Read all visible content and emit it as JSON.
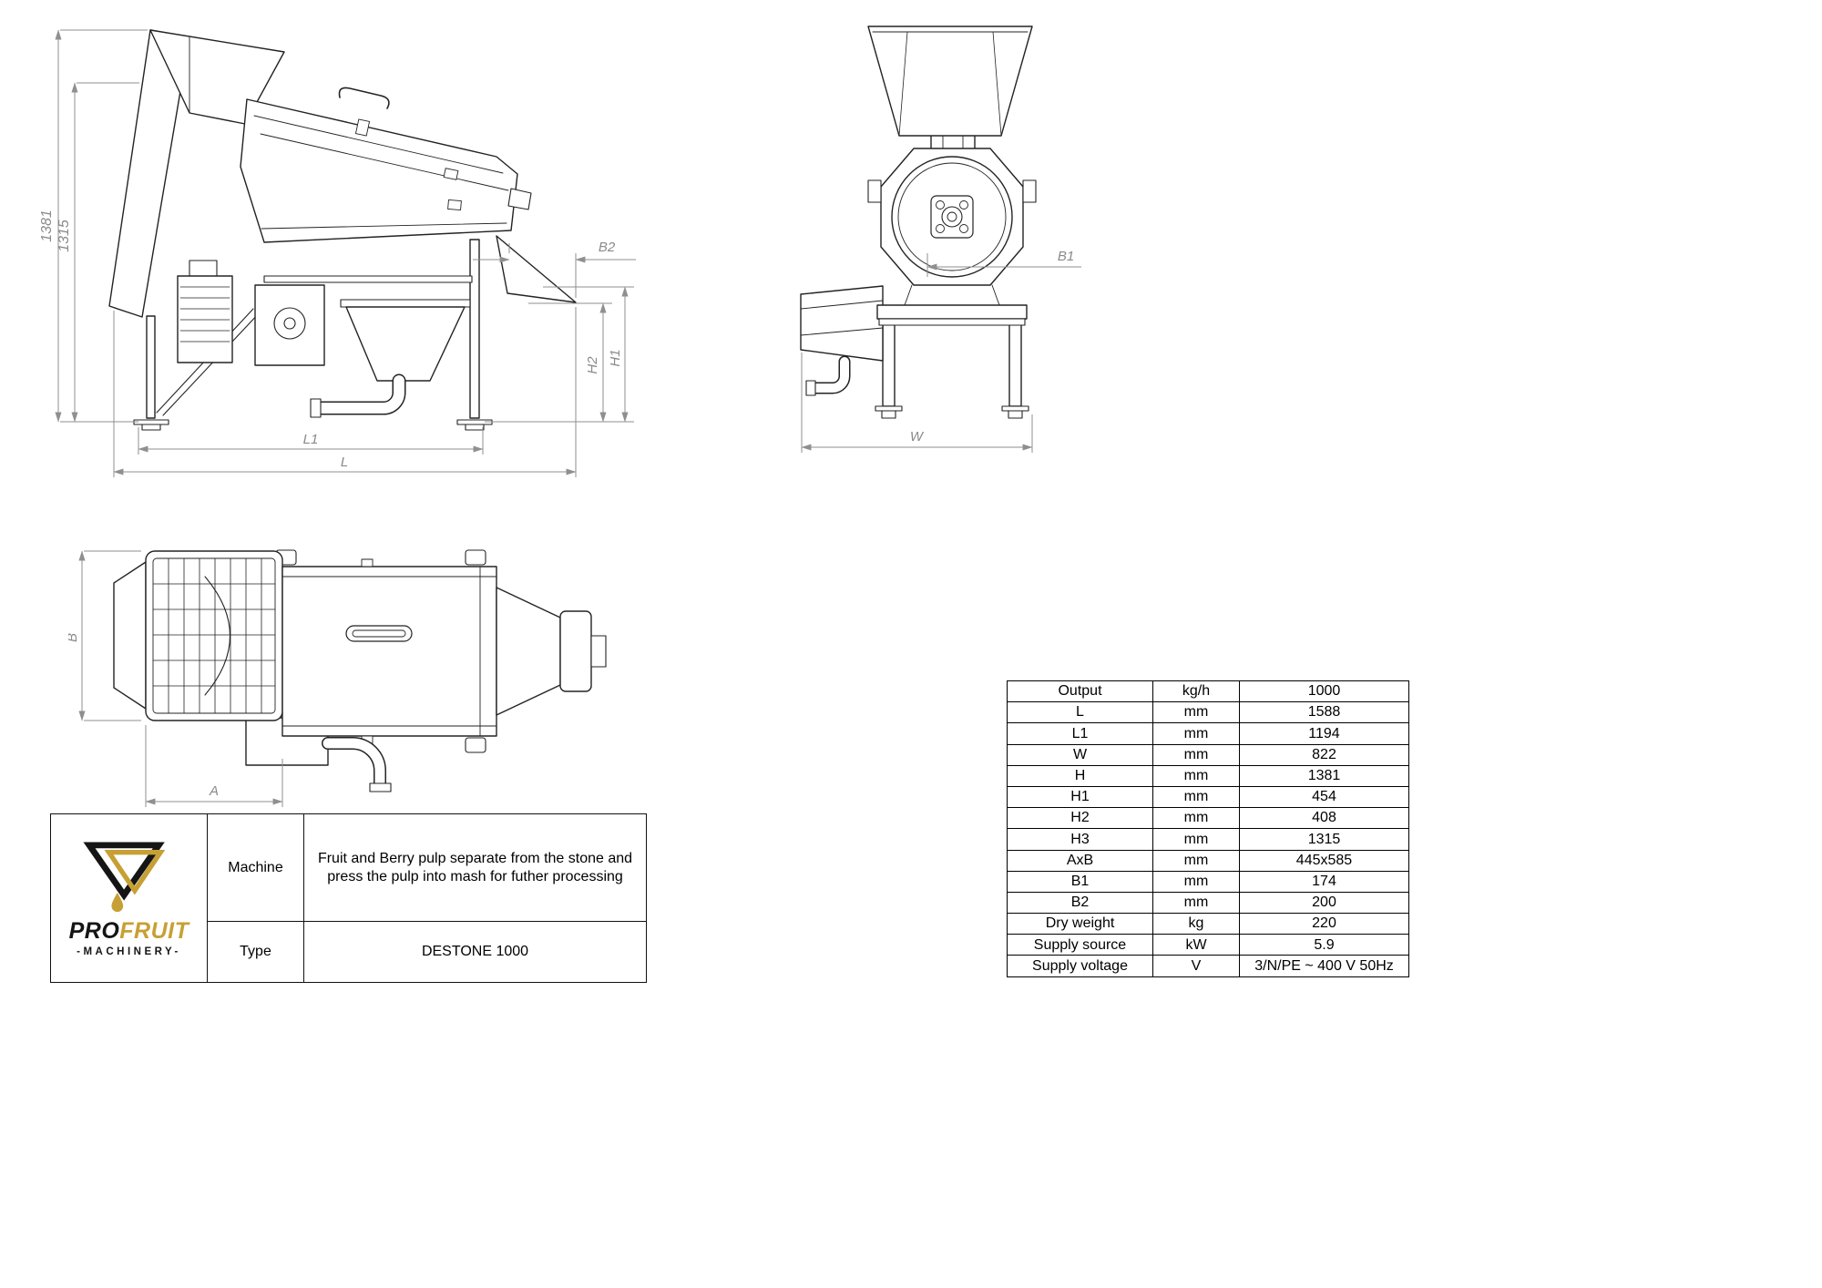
{
  "brand": {
    "name_black": "PRO",
    "name_gold": "FRUIT",
    "subtitle": "-MACHINERY-",
    "gold_color": "#c7a035"
  },
  "titleblock": {
    "machine_label": "Machine",
    "machine_description": "Fruit and Berry pulp separate from the stone and press the pulp into mash for futher processing",
    "type_label": "Type",
    "type_value": "DESTONE 1000"
  },
  "views": {
    "side": {
      "dims": {
        "height_outer": "1381",
        "height_inner": "1315",
        "b2": "B2",
        "h2": "H2",
        "h1": "H1",
        "l1": "L1",
        "l": "L"
      }
    },
    "front": {
      "dims": {
        "b1": "B1",
        "w": "W"
      }
    },
    "top": {
      "dims": {
        "b": "B",
        "a": "A"
      }
    }
  },
  "specs": {
    "rows": [
      {
        "param": "Output",
        "unit": "kg/h",
        "value": "1000"
      },
      {
        "param": "L",
        "unit": "mm",
        "value": "1588"
      },
      {
        "param": "L1",
        "unit": "mm",
        "value": "1194"
      },
      {
        "param": "W",
        "unit": "mm",
        "value": "822"
      },
      {
        "param": "H",
        "unit": "mm",
        "value": "1381"
      },
      {
        "param": "H1",
        "unit": "mm",
        "value": "454"
      },
      {
        "param": "H2",
        "unit": "mm",
        "value": "408"
      },
      {
        "param": "H3",
        "unit": "mm",
        "value": "1315"
      },
      {
        "param": "AxB",
        "unit": "mm",
        "value": "445x585"
      },
      {
        "param": "B1",
        "unit": "mm",
        "value": "174"
      },
      {
        "param": "B2",
        "unit": "mm",
        "value": "200"
      },
      {
        "param": "Dry weight",
        "unit": "kg",
        "value": "220"
      },
      {
        "param": "Supply source",
        "unit": "kW",
        "value": "5.9"
      },
      {
        "param": "Supply voltage",
        "unit": "V",
        "value": "3/N/PE ~ 400 V 50Hz"
      }
    ]
  },
  "colors": {
    "line": "#232323",
    "dimension": "#8f8f8f",
    "gold": "#c7a035"
  }
}
